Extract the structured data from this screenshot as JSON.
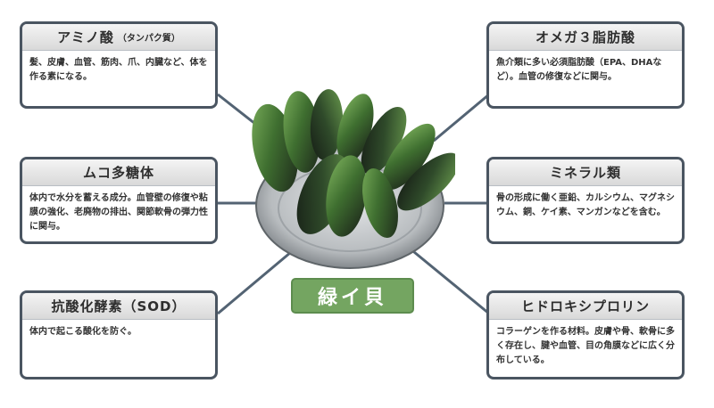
{
  "title": "緑イ貝",
  "cards": [
    {
      "name": "amino-acid",
      "title": "アミノ酸",
      "subtitle": "（タンパク質）",
      "text": "髪、皮膚、血管、筋肉、爪、内臓など、体を作る素になる。"
    },
    {
      "name": "omega3",
      "title": "オメガ３脂肪酸",
      "text": "魚介類に多い必須脂肪酸（EPA、DHAなど）。血管の修復などに関与。"
    },
    {
      "name": "mucopolysaccharide",
      "title": "ムコ多糖体",
      "text": "体内で水分を蓄える成分。血管壁の修復や粘膜の強化、老廃物の排出、関節軟骨の弾力性に関与。"
    },
    {
      "name": "minerals",
      "title": "ミネラル類",
      "text": "骨の形成に働く亜鉛、カルシウム、マグネシウム、銅、ケイ素、マンガンなどを含む。"
    },
    {
      "name": "antioxidant-enzyme",
      "title": "抗酸化酵素（SOD）",
      "text": "体内で起こる酸化を防ぐ。"
    },
    {
      "name": "hydroxyproline",
      "title": "ヒドロキシプロリン",
      "text": "コラーゲンを作る材料。皮膚や骨、軟骨に多く存在し、腱や血管、目の角膜などに広く分布している。"
    }
  ],
  "colors": {
    "connector": "#536373",
    "card_border": "#4a5561",
    "label_green": "#74a561",
    "mussel_green": "#4f8a3c",
    "mussel_dark": "#1f2a22",
    "plate": "#b8bcbf"
  }
}
